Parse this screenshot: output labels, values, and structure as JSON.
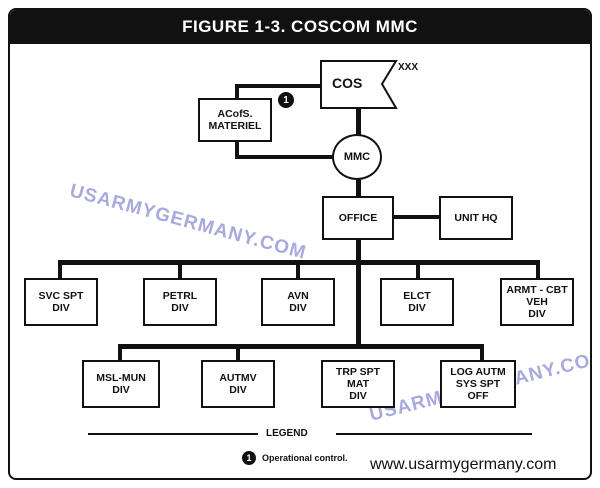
{
  "title": "FIGURE 1-3. COSCOM MMC",
  "nodes": {
    "cos": "COS",
    "cos_rank": "XXX",
    "acofs": "ACofS.\nMATERIEL",
    "mmc": "MMC",
    "office": "OFFICE",
    "unit_hq": "UNIT HQ",
    "svc_spt": "SVC  SPT\nDIV",
    "petrl": "PETRL\nDIV",
    "avn": "AVN\nDIV",
    "elct": "ELCT\nDIV",
    "armt": "ARMT - CBT\nVEH\nDIV",
    "msl": "MSL-MUN\nDIV",
    "autmv": "AUTMV\nDIV",
    "trp": "TRP SPT\nMAT\nDIV",
    "log": "LOG AUTM\nSYS SPT\nOFF"
  },
  "badge_number": "1",
  "legend": {
    "title": "LEGEND",
    "marker": "1",
    "item": "Operational  control."
  },
  "watermark_text": "USARMYGERMANY.COM",
  "site_url": "www.usarmygermany.com",
  "colors": {
    "ink": "#111111",
    "watermark": "#9a9bd6",
    "background": "#ffffff"
  }
}
